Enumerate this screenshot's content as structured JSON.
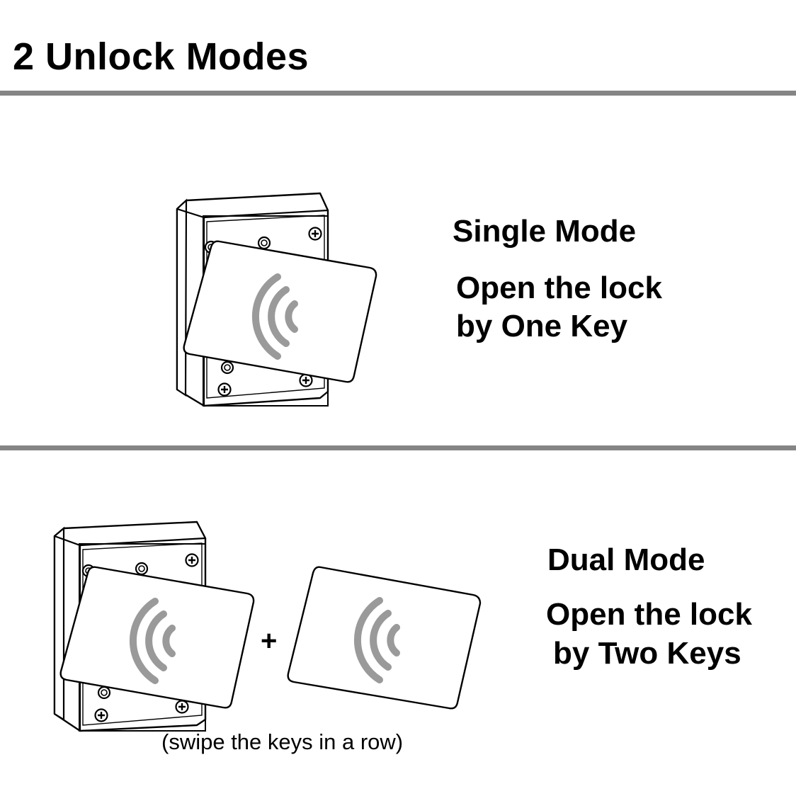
{
  "title": "2 Unlock Modes",
  "single": {
    "heading": "Single Mode",
    "line1": "Open the lock",
    "line2": "by One Key"
  },
  "dual": {
    "heading": "Dual Mode",
    "line1": "Open the lock",
    "line2": "by Two Keys",
    "plus": "+",
    "note": "(swipe the keys in a row)"
  },
  "colors": {
    "divider": "#858585",
    "wave": "#9a9a9a",
    "stroke": "#000000"
  },
  "icons": [
    "lock-body-icon",
    "key-card-icon",
    "rfid-wave-icon",
    "screw-icon"
  ]
}
